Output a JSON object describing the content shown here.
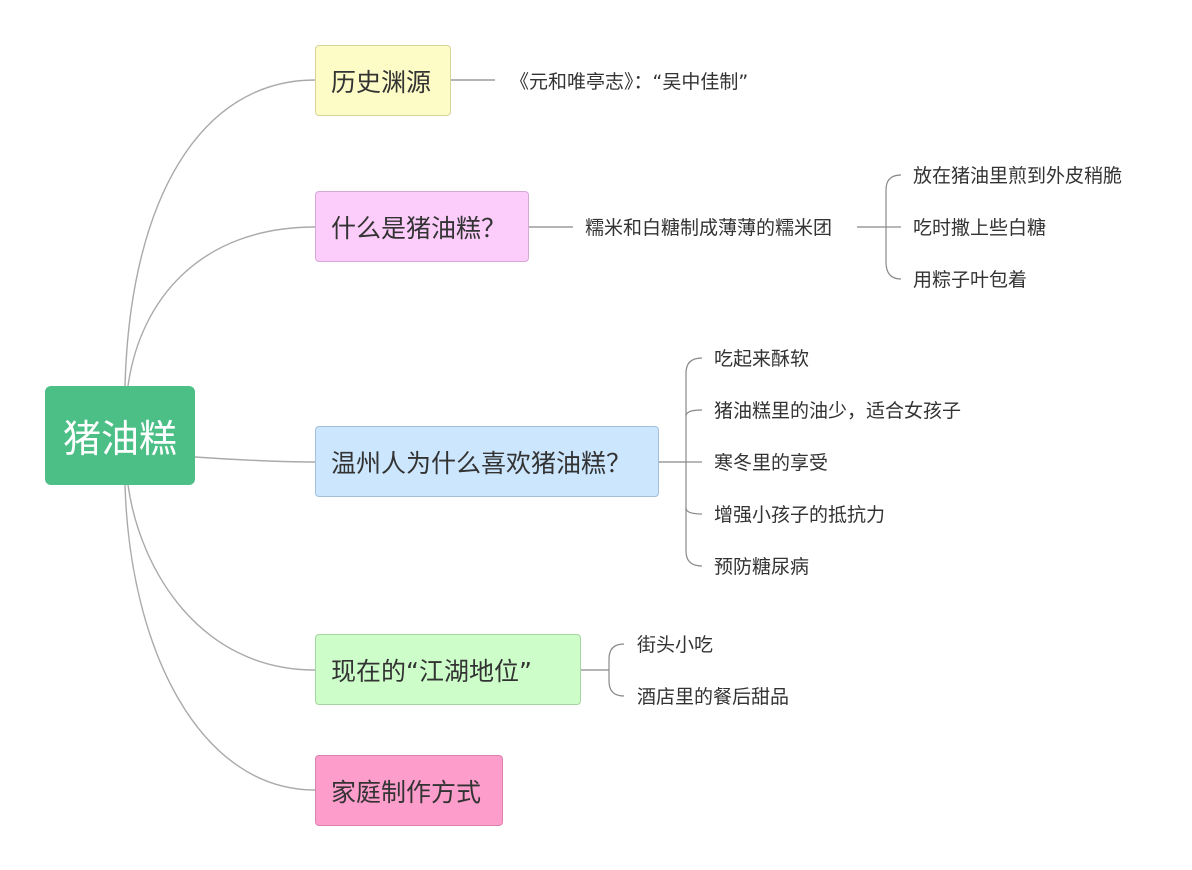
{
  "root": {
    "label": "猪油糕",
    "color": "#4cbf87"
  },
  "branches": [
    {
      "label": "历史渊源",
      "color": "#fdfcc7",
      "children": [
        {
          "label": "《元和唯亭志》：“吴中佳制”"
        }
      ]
    },
    {
      "label": "什么是猪油糕？",
      "color": "#fccdfa",
      "children": [
        {
          "label": "糯米和白糖制成薄薄的糯米团",
          "children": [
            "放在猪油里煎到外皮稍脆",
            "吃时撒上些白糖",
            "用粽子叶包着"
          ]
        }
      ]
    },
    {
      "label": "温州人为什么喜欢猪油糕？",
      "color": "#cbe6fd",
      "children": [
        "吃起来酥软",
        "猪油糕里的油少，适合女孩子",
        "寒冬里的享受",
        "增强小孩子的抵抗力",
        "预防糖尿病"
      ]
    },
    {
      "label": "现在的“江湖地位”",
      "color": "#cdfdc9",
      "children": [
        "街头小吃",
        "酒店里的餐后甜品"
      ]
    },
    {
      "label": "家庭制作方式",
      "color": "#fd9dcc",
      "children": []
    }
  ]
}
